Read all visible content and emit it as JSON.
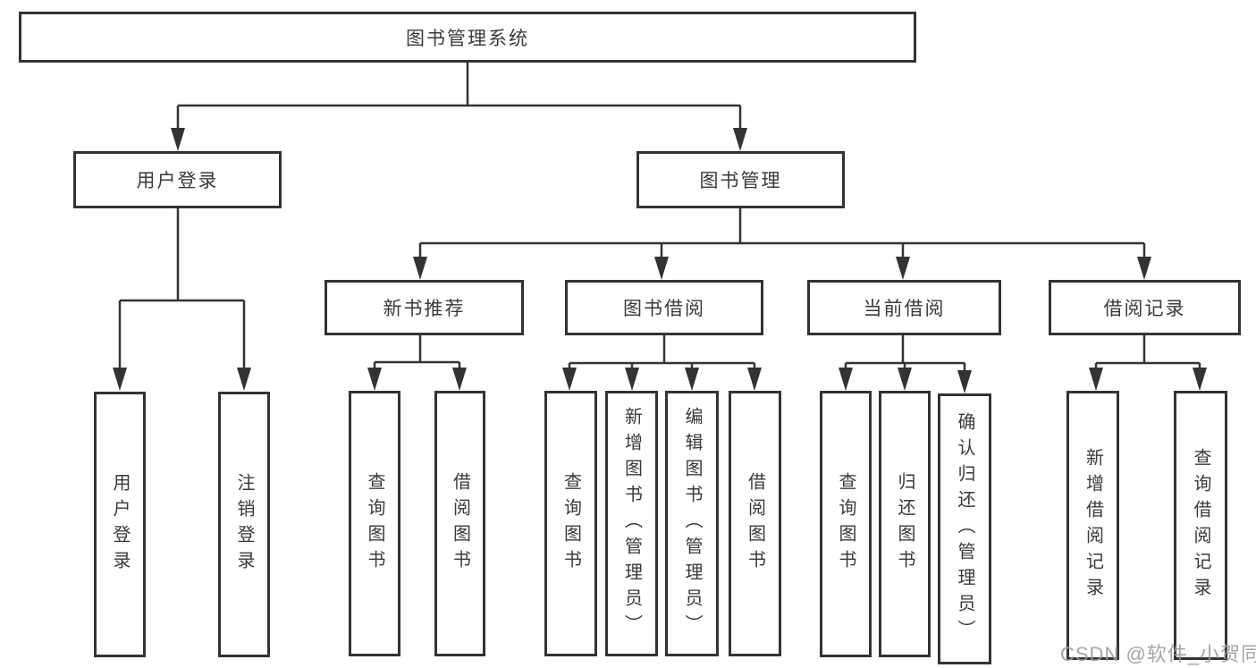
{
  "diagram": {
    "root": "图书管理系统",
    "children": [
      {
        "label": "用户登录",
        "children": [
          "用户登录",
          "注销登录"
        ]
      },
      {
        "label": "图书管理",
        "children": [
          {
            "label": "新书推荐",
            "children": [
              "查询图书",
              "借阅图书"
            ]
          },
          {
            "label": "图书借阅",
            "children": [
              "查询图书",
              "新增图书（管理员）",
              "编辑图书（管理员）",
              "借阅图书"
            ]
          },
          {
            "label": "当前借阅",
            "children": [
              "查询图书",
              "归还图书",
              "确认归还（管理员）"
            ]
          },
          {
            "label": "借阅记录",
            "children": [
              "新增借阅记录",
              "查询借阅记录"
            ]
          }
        ]
      }
    ]
  },
  "watermark": {
    "text": "CSDN @软件_小贺同学",
    "color": "#9c9c9c"
  },
  "colors": {
    "line": "#333333",
    "text": "#3a3a3a",
    "background": "#ffffff"
  }
}
